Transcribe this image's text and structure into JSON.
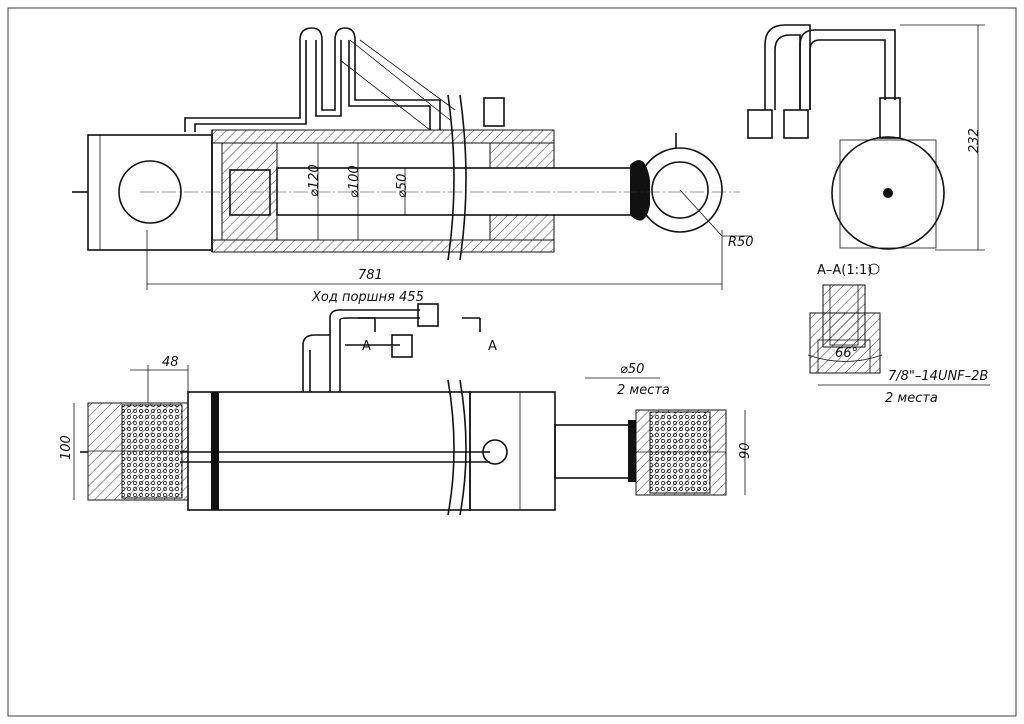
{
  "side_view": {
    "dia_bore": "⌀120",
    "dia_piston": "⌀100",
    "dia_rod": "⌀50",
    "eye_radius": "R50",
    "overall_length": "781",
    "stroke_label": "Ход поршня 455"
  },
  "plan_view": {
    "section_mark_left": "A",
    "section_mark_right": "A",
    "dim_48": "48",
    "dim_100": "100",
    "pin_dia": "⌀50",
    "pin_qty": "2 места",
    "dim_90": "90"
  },
  "end_view": {
    "height": "232"
  },
  "section_aa": {
    "title": "A–A(1:1)",
    "angle": "66°",
    "thread": "7/8\"–14UNF–2B",
    "qty": "2 места"
  }
}
